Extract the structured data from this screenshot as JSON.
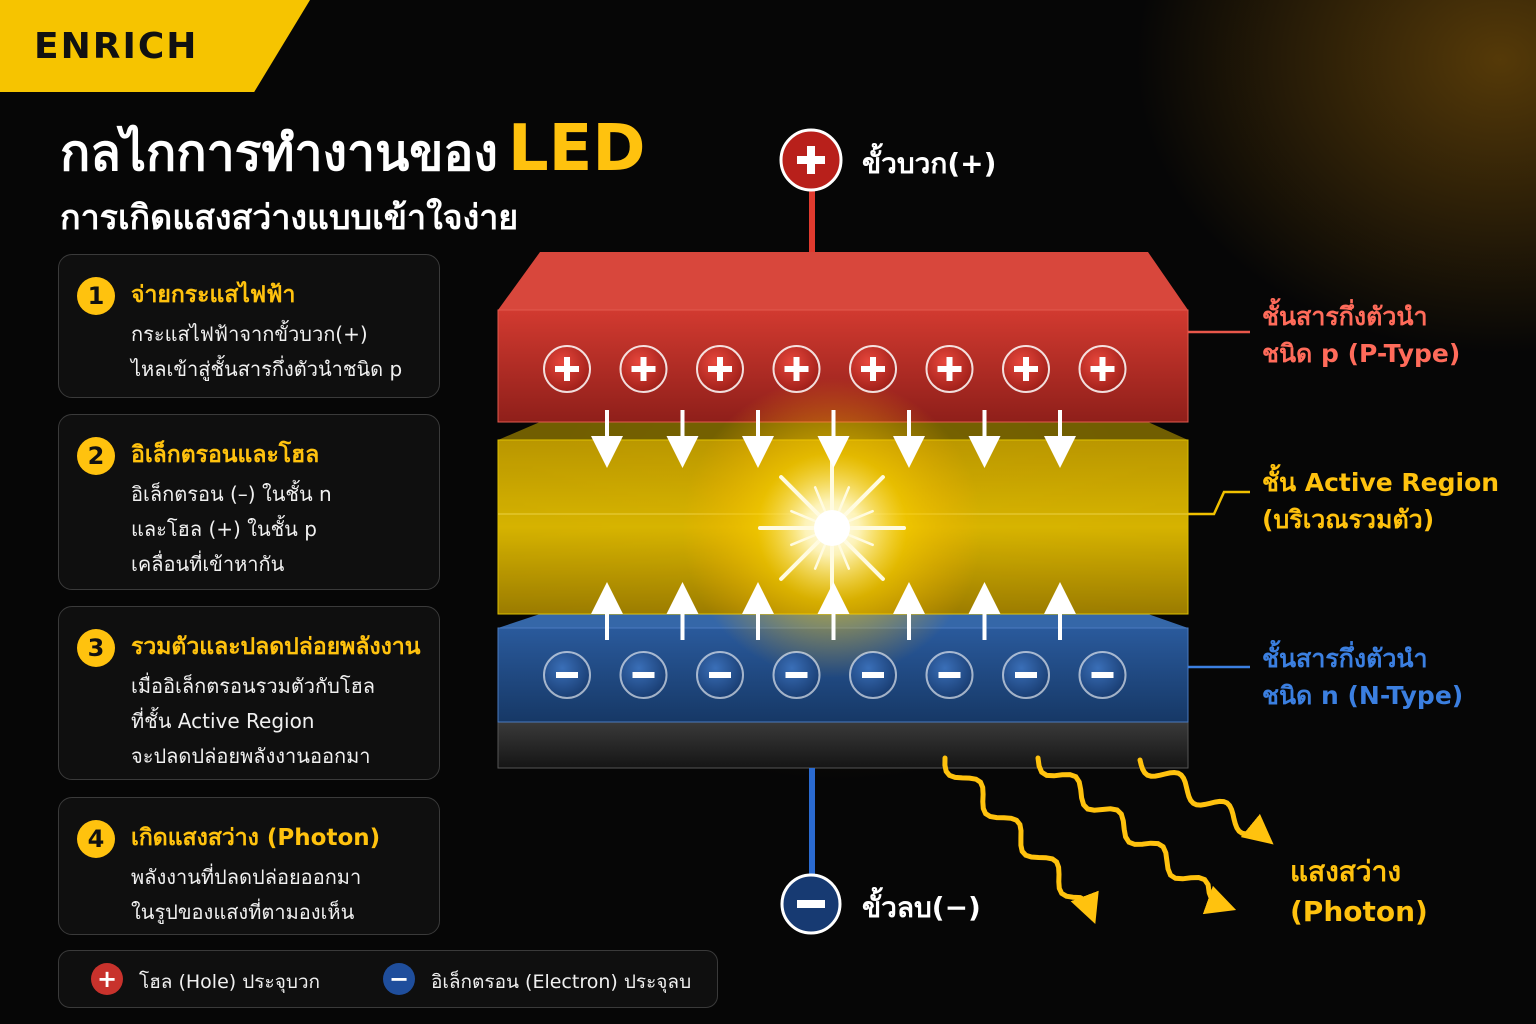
{
  "brand": {
    "logo_text": "ENRICH"
  },
  "header": {
    "title_main": "กลไกการทำงานของ",
    "title_accent": "LED",
    "subtitle": "การเกิดแสงสว่างแบบเข้าใจง่าย"
  },
  "steps": [
    {
      "number": "1",
      "title": "จ่ายกระแสไฟฟ้า",
      "lines": [
        "กระแสไฟฟ้าจากขั้วบวก(+)",
        "ไหลเข้าสู่ชั้นสารกึ่งตัวนำชนิด p"
      ]
    },
    {
      "number": "2",
      "title": "อิเล็กตรอนและโฮล",
      "lines": [
        "อิเล็กตรอน (–) ในชั้น n",
        "และโฮล (+) ในชั้น p",
        "เคลื่อนที่เข้าหากัน"
      ]
    },
    {
      "number": "3",
      "title": "รวมตัวและปลดปล่อยพลังงาน",
      "lines": [
        "เมื่ออิเล็กตรอนรวมตัวกับโฮล",
        "ที่ชั้น Active Region",
        "จะปลดปล่อยพลังงานออกมา"
      ]
    },
    {
      "number": "4",
      "title": "เกิดแสงสว่าง (Photon)",
      "lines": [
        "พลังงานที่ปลดปล่อยออกมา",
        "ในรูปของแสงที่ตามองเห็น"
      ]
    }
  ],
  "legend": {
    "hole_symbol": "+",
    "hole_label": "โฮล (Hole) ประจุบวก",
    "electron_symbol": "−",
    "electron_label": "อิเล็กตรอน (Electron) ประจุลบ"
  },
  "diagram": {
    "positive_terminal": "ขั้วบวก(+)",
    "negative_terminal": "ขั้วลบ(−)",
    "p_layer_label": [
      "ชั้นสารกึ่งตัวนำ",
      "ชนิด p (P-Type)"
    ],
    "active_layer_label": [
      "ชั้น Active Region",
      "(บริเวณรวมตัว)"
    ],
    "n_layer_label": [
      "ชั้นสารกึ่งตัวนำ",
      "ชนิด n (N-Type)"
    ],
    "photon_label": [
      "แสงสว่าง",
      "(Photon)"
    ],
    "holes_count": 8,
    "electrons_count": 8,
    "down_arrows": 7,
    "up_arrows": 7,
    "photon_waves": 3
  },
  "colors": {
    "accent": "#ffc20e",
    "p_layer": "#c8322c",
    "p_label": "#ff6b5a",
    "active_layer": "#e0b800",
    "active_label": "#ffc20e",
    "n_layer": "#1f4e8c",
    "n_label": "#3b7fe0",
    "background": "#060606"
  }
}
